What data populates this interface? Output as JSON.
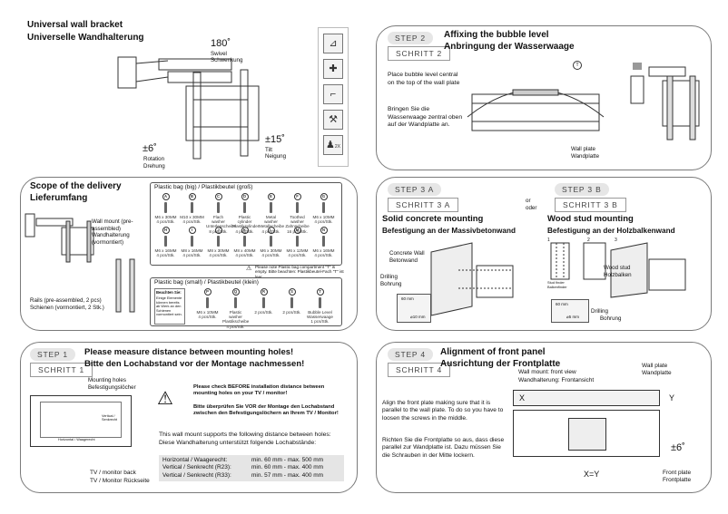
{
  "p1": {
    "title_en": "Universal wall bracket",
    "title_de": "Universelle Wandhalterung",
    "swivel_deg": "180˚",
    "swivel_en": "Swivel",
    "swivel_de": "Schwenkung",
    "rotation_deg": "±6˚",
    "rotation_en": "Rotation",
    "rotation_de": "Drehung",
    "tilt_deg": "±15˚",
    "tilt_en": "Tilt",
    "tilt_de": "Neigung",
    "tools": [
      "level-icon",
      "screwdriver-icon",
      "drill-icon",
      "wrench-icon",
      "two-person-icon"
    ],
    "person_label": "2X"
  },
  "step2": {
    "step_en": "STEP 2",
    "step_de": "SCHRITT 2",
    "title_en": "Affixing the bubble level",
    "title_de": "Anbringung der Wasserwaage",
    "text_en": "Place bubble level central on the top of the wall plate",
    "text_de": "Bringen Sie die Wasserwaage zentral oben auf der Wandplatte an.",
    "callout": "T",
    "plate_en": "Wall plate",
    "plate_de": "Wandplatte"
  },
  "scope": {
    "title_en": "Scope of the delivery",
    "title_de": "Lieferumfang",
    "wall_mount": "Wall mount (pre-assembled) Wandhalterung (vormontiert)",
    "rails": "Rails (pre-assembled, 2 pcs) Schienen (vormontiert, 2 Stk.)",
    "big_bag": "Plastic bag (big) / Plastikbeutel (groß)",
    "parts_row1": [
      {
        "id": "A",
        "size": "M6 x 30MM",
        "qty": "4 pcs/Stk."
      },
      {
        "id": "B",
        "size": "M10 x 30MM",
        "qty": "4 pcs/Stk."
      },
      {
        "id": "C",
        "size": "Flach washer Unterlegscheibe",
        "qty": "8 pcs/Stk."
      },
      {
        "id": "D",
        "size": "Plastic cylinder Plastikzylinder",
        "qty": "4 pcs/Stk."
      },
      {
        "id": "E",
        "size": "Metal washer Metallscheibe",
        "qty": "4 pcs/Stk."
      },
      {
        "id": "F",
        "size": "Toothed washer Zahnscheibe",
        "qty": "16 pcs/Stk."
      },
      {
        "id": "G",
        "size": "M6 x 10MM",
        "qty": "4 pcs/Stk."
      }
    ],
    "parts_row2": [
      {
        "id": "H",
        "size": "M6 x 16MM",
        "qty": "4 pcs/Stk."
      },
      {
        "id": "I",
        "size": "M8 x 16MM",
        "qty": "4 pcs/Stk."
      },
      {
        "id": "J",
        "size": "M8 x 30MM",
        "qty": "4 pcs/Stk."
      },
      {
        "id": "K",
        "size": "M8 x 40MM",
        "qty": "4 pcs/Stk."
      },
      {
        "id": "L",
        "size": "M6 x 30MM",
        "qty": "4 pcs/Stk."
      },
      {
        "id": "M",
        "size": "M6 x 12MM",
        "qty": "4 pcs/Stk."
      },
      {
        "id": "N",
        "size": "M6 x 16MM",
        "qty": "4 pcs/Stk."
      }
    ],
    "note": "Please note Plastic bag compartment \"T\" is empty. Bitte beachten: Plastikbeutel-Fach \"T\" ist leer.",
    "small_bag": "Plastic bag (small) / Plastikbeutel (klein)",
    "note_label": "Beachten Sie:",
    "note_text": "Einige Elemente können bereits ab Werk an den Schienen vormontiert sein.",
    "parts_small": [
      {
        "id": "P",
        "size": "M6 x 10MM",
        "qty": "4 pcs/Stk."
      },
      {
        "id": "Q",
        "size": "Plastic washer Plastikscheibe",
        "qty": "4 pcs/Stk."
      },
      {
        "id": "R",
        "size": "",
        "qty": "2 pcs/Stk."
      },
      {
        "id": "S",
        "size": "",
        "qty": "2 pcs/Stk."
      },
      {
        "id": "T",
        "size": "Bubble Level Wasserwaage",
        "qty": "1 pcs/Stk."
      }
    ]
  },
  "step3a": {
    "step_en": "STEP 3 A",
    "step_de": "SCHRITT 3 A",
    "or": "or oder",
    "title_en": "Solid concrete mounting",
    "title_de": "Befestigung an der Massivbetonwand",
    "wall_en": "Concrete Wall",
    "wall_de": "Betonwand",
    "drill_en": "Drilling",
    "drill_de": "Bohrung",
    "depth": "60 mm",
    "diam": "⌀10 mm"
  },
  "step3b": {
    "step_en": "STEP 3 B",
    "step_de": "SCHRITT 3 B",
    "title_en": "Wood stud mounting",
    "title_de": "Befestigung an der Holzbalkenwand",
    "stud_en": "Wood stud",
    "stud_de": "Holzbalken",
    "stud_finder": "Stud finder Balkenfinder",
    "drill_en": "Drilling",
    "drill_de": "Bohrung",
    "depth": "60 mm",
    "diam": "⌀5 mm",
    "steps": [
      "1",
      "2",
      "3"
    ]
  },
  "step1": {
    "step_en": "STEP 1",
    "step_de": "SCHRITT 1",
    "title_en": "Please measure distance between mounting holes!",
    "title_de": "Bitte den Lochabstand vor der Montage nachmessen!",
    "holes_en": "Mounting holes",
    "holes_de": "Befestigungslöcher",
    "vertical": "Vertical / Senkrecht",
    "horizontal": "Horizontal / Waagerecht",
    "tv_en": "TV / monitor back",
    "tv_de": "TV / Monitor Rückseite",
    "warn_en": "Please check BEFORE installation distance between mounting holes on your TV / monitor!",
    "warn_de": "Bitte überprüfen Sie VOR der Montage den Lochabstand zwischen den Befestigungslöchern an Ihrem TV / Monitor!",
    "support_en": "This wall mount supports the following distance between holes:",
    "support_de": "Diese Wandhalterung unterstützt folgende Lochabstände:",
    "specs": [
      {
        "label": "Horizontal / Waagerecht:",
        "value": "min. 60 mm - max. 500 mm"
      },
      {
        "label": "Vertical / Senkrecht (R23):",
        "value": "min. 60 mm - max. 400 mm"
      },
      {
        "label": "Vertical / Senkrecht (R33):",
        "value": "min. 57 mm - max. 400 mm"
      }
    ]
  },
  "step4": {
    "step_en": "STEP 4",
    "step_de": "SCHRITT 4",
    "title_en": "Alignment of front panel",
    "title_de": "Ausrichtung der Frontplatte",
    "view_en": "Wall mount: front view",
    "view_de": "Wandhalterung: Frontansicht",
    "plate_en": "Wall plate",
    "plate_de": "Wandplatte",
    "x": "X",
    "y": "Y",
    "xy": "X=Y",
    "deg": "±6˚",
    "text_en": "Align the front plate making sure that it is parallel to the wall plate. To do so you have to loosen the screws in the middle.",
    "text_de": "Richten Sie die Frontplatte so aus, dass diese parallel zur Wandplatte ist. Dazu müssen Sie die Schrauben in der Mitte lockern.",
    "front_en": "Front plate",
    "front_de": "Frontplatte"
  }
}
